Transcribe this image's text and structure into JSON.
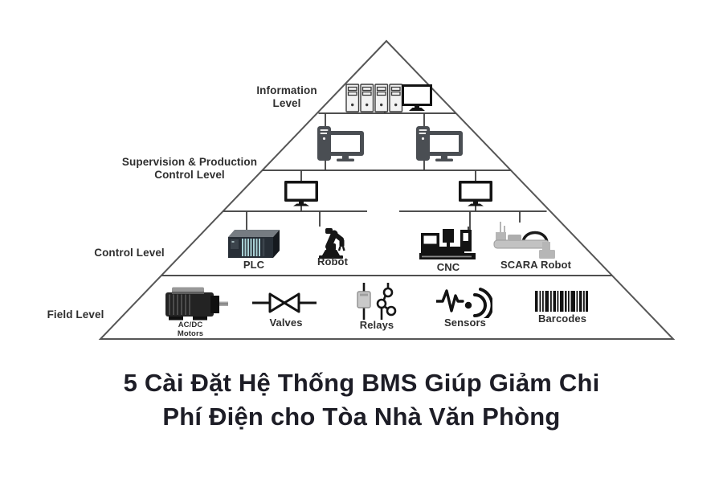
{
  "title": {
    "line1": "5 Cài Đặt Hệ Thống BMS Giúp Giảm Chi",
    "line2": "Phí Điện cho Tòa Nhà Văn Phòng"
  },
  "pyramid": {
    "levels": [
      {
        "label_lines": [
          "Information",
          "Level"
        ]
      },
      {
        "label_lines": [
          "Supervision & Production",
          "Control Level"
        ]
      },
      {
        "label_lines": [
          "Control Level"
        ]
      },
      {
        "label_lines": [
          "Field Level"
        ]
      }
    ],
    "control_devices": [
      {
        "label": "PLC"
      },
      {
        "label": "Robot"
      },
      {
        "label": "CNC"
      },
      {
        "label": "SCARA Robot"
      }
    ],
    "field_devices": [
      {
        "label_lines": [
          "AC/DC",
          "Motors"
        ]
      },
      {
        "label": "Valves"
      },
      {
        "label": "Relays"
      },
      {
        "label": "Sensors"
      },
      {
        "label": "Barcodes"
      }
    ],
    "icons": {
      "information": [
        "server-rack-icon",
        "monitor-icon"
      ],
      "supervision": [
        "workstation-icon",
        "workstation-icon",
        "monitor-icon",
        "monitor-icon"
      ],
      "control": [
        "plc-icon",
        "robot-arm-icon",
        "cnc-machine-icon",
        "scara-robot-icon"
      ],
      "field": [
        "motor-icon",
        "valve-icon",
        "relay-icon",
        "sensor-icon",
        "barcode-icon"
      ]
    }
  },
  "colors": {
    "background": "#ffffff",
    "diagram_line": "#4f4f4f",
    "label_text": "#2f2f2f",
    "title_text": "#1d1d26",
    "icon_dark": "#131313",
    "icon_gray": "#4a4e53",
    "plc_stripe": "#a9d2d6",
    "scara_gray": "#b6b6b6"
  }
}
